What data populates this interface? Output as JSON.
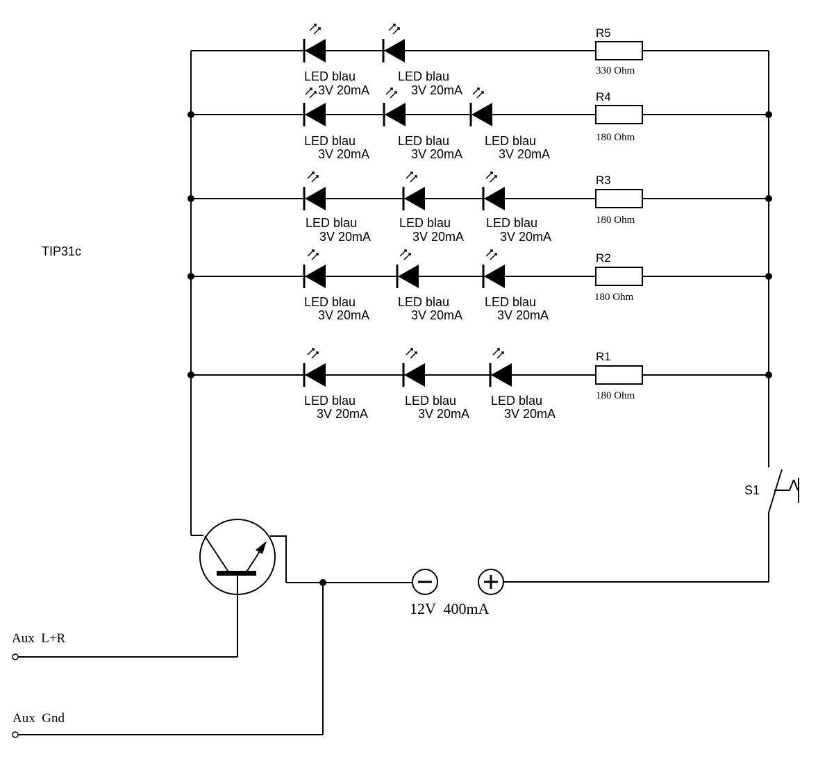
{
  "transistor": {
    "label": "TIP31c"
  },
  "rows": [
    {
      "resistor": {
        "name": "R5",
        "value": "330 Ohm"
      },
      "leds": [
        {
          "name": "LED blau",
          "spec": "3V 20mA"
        },
        {
          "name": "LED blau",
          "spec": "3V 20mA"
        }
      ]
    },
    {
      "resistor": {
        "name": "R4",
        "value": "180 Ohm"
      },
      "leds": [
        {
          "name": "LED blau",
          "spec": "3V 20mA"
        },
        {
          "name": "LED blau",
          "spec": "3V 20mA"
        },
        {
          "name": "LED blau",
          "spec": "3V 20mA"
        }
      ]
    },
    {
      "resistor": {
        "name": "R3",
        "value": "180 Ohm"
      },
      "leds": [
        {
          "name": "LED blau",
          "spec": "3V 20mA"
        },
        {
          "name": "LED blau",
          "spec": "3V 20mA"
        },
        {
          "name": "LED blau",
          "spec": "3V 20mA"
        }
      ]
    },
    {
      "resistor": {
        "name": "R2",
        "value": "180 Ohm"
      },
      "leds": [
        {
          "name": "LED blau",
          "spec": "3V 20mA"
        },
        {
          "name": "LED blau",
          "spec": "3V 20mA"
        },
        {
          "name": "LED blau",
          "spec": "3V 20mA"
        }
      ]
    },
    {
      "resistor": {
        "name": "R1",
        "value": "180 Ohm"
      },
      "leds": [
        {
          "name": "LED blau",
          "spec": "3V 20mA"
        },
        {
          "name": "LED blau",
          "spec": "3V 20mA"
        },
        {
          "name": "LED blau",
          "spec": "3V 20mA"
        }
      ]
    }
  ],
  "switch": {
    "label": "S1"
  },
  "battery": {
    "label": "12V  400mA",
    "minus": "−",
    "plus": "+"
  },
  "aux": {
    "signal_label": "Aux  L+R",
    "ground_label": "Aux  Gnd"
  }
}
